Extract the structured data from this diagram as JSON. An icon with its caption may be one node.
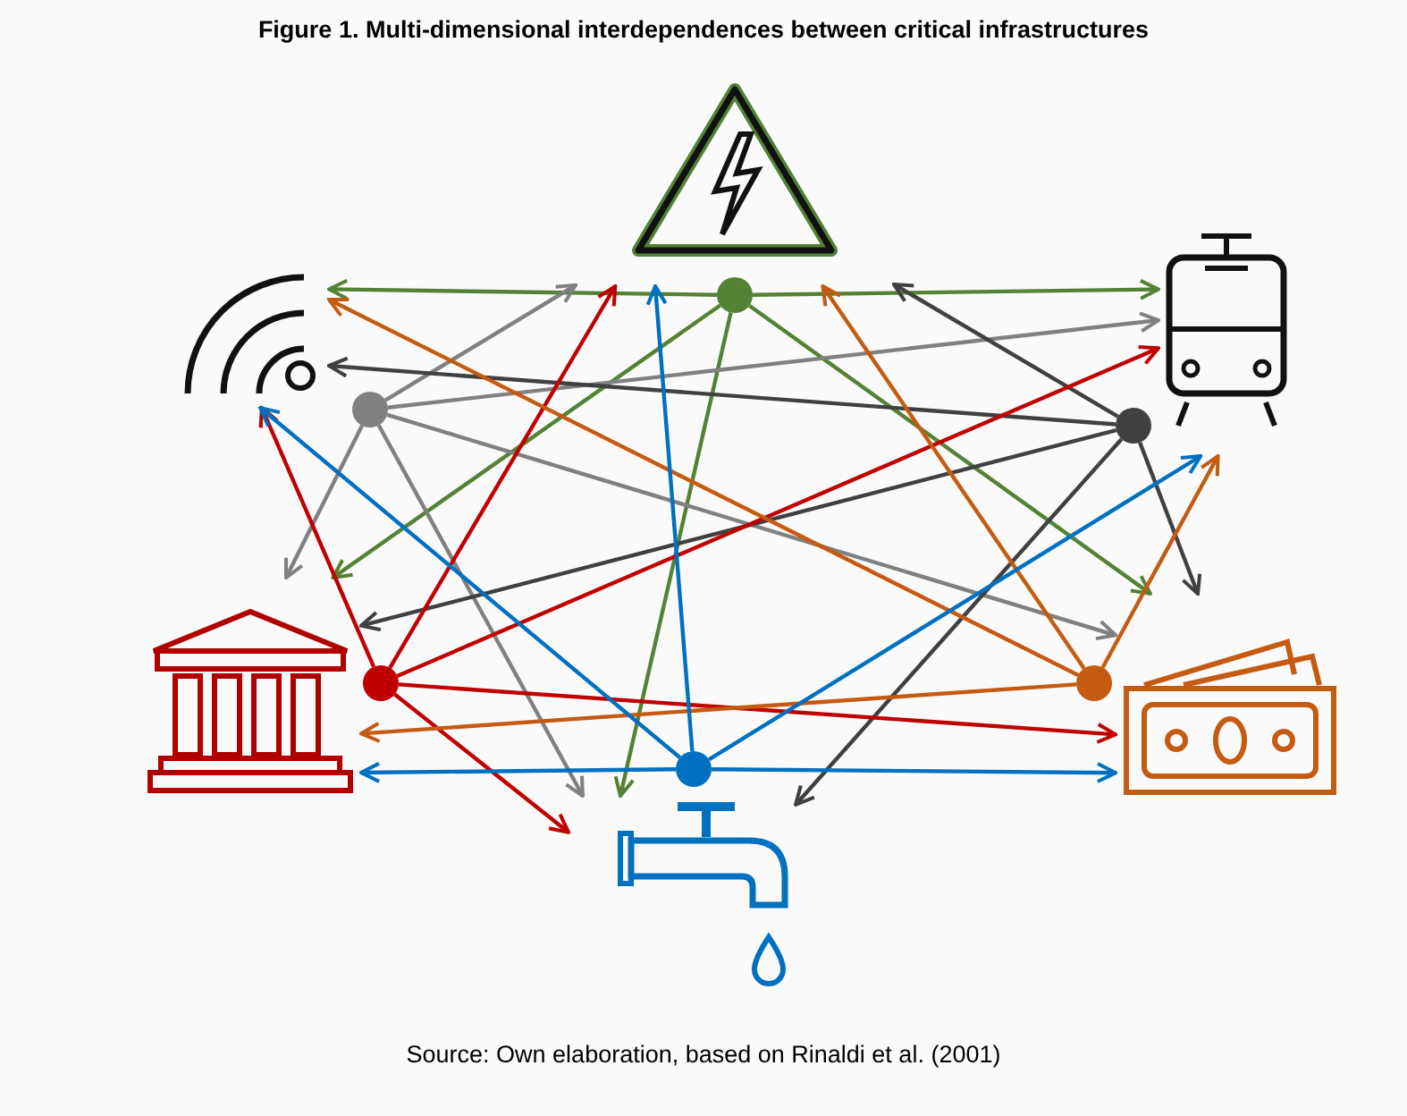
{
  "diagram": {
    "title": "Figure 1. Multi-dimensional interdependences between critical infrastructures",
    "caption": "Source: Own elaboration, based on Rinaldi et al. (2001)",
    "nodes": [
      {
        "text": [],
        "shape": "picture"
      },
      {
        "text": [],
        "shape": "picture"
      },
      {
        "text": [],
        "shape": "picture"
      },
      {
        "text": [],
        "shape": "picture"
      },
      {
        "text": [],
        "shape": "picture"
      },
      {
        "text": [],
        "shape": "picture"
      },
      {
        "text": [],
        "shape": "circle"
      },
      {
        "text": [],
        "shape": "circle"
      },
      {
        "text": [],
        "shape": "circle"
      },
      {
        "text": [],
        "shape": "circle"
      },
      {
        "text": [],
        "shape": "circle"
      },
      {
        "text": [],
        "shape": "circle"
      }
    ],
    "edges": [
      {
        "from": 6,
        "to": 1,
        "arrow": "to",
        "color": "#548235"
      },
      {
        "from": 6,
        "to": 2,
        "arrow": "to",
        "color": "#548235"
      },
      {
        "from": 6,
        "to": 3,
        "arrow": "to",
        "color": "#548235"
      },
      {
        "from": 6,
        "to": 5,
        "arrow": "to",
        "color": "#548235"
      },
      {
        "from": 6,
        "to": 4,
        "arrow": "to",
        "color": "#548235"
      },
      {
        "from": 7,
        "to": 0,
        "arrow": "to",
        "color": "#808080"
      },
      {
        "from": 7,
        "to": 2,
        "arrow": "to",
        "color": "#808080"
      },
      {
        "from": 7,
        "to": 3,
        "arrow": "to",
        "color": "#808080"
      },
      {
        "from": 7,
        "to": 5,
        "arrow": "to",
        "color": "#808080"
      },
      {
        "from": 7,
        "to": 4,
        "arrow": "to",
        "color": "#808080"
      },
      {
        "from": 8,
        "to": 0,
        "arrow": "to",
        "color": "#404040"
      },
      {
        "from": 8,
        "to": 1,
        "arrow": "to",
        "color": "#404040"
      },
      {
        "from": 8,
        "to": 3,
        "arrow": "to",
        "color": "#404040"
      },
      {
        "from": 8,
        "to": 4,
        "arrow": "to",
        "color": "#404040"
      },
      {
        "from": 8,
        "to": 5,
        "arrow": "to",
        "color": "#404040"
      },
      {
        "from": 9,
        "to": 0,
        "arrow": "to",
        "color": "#c00000"
      },
      {
        "from": 9,
        "to": 1,
        "arrow": "to",
        "color": "#c00000"
      },
      {
        "from": 9,
        "to": 2,
        "arrow": "to",
        "color": "#c00000"
      },
      {
        "from": 9,
        "to": 4,
        "arrow": "to",
        "color": "#c00000"
      },
      {
        "from": 9,
        "to": 5,
        "arrow": "to",
        "color": "#c00000"
      },
      {
        "from": 10,
        "to": 0,
        "arrow": "to",
        "color": "#c55a11"
      },
      {
        "from": 10,
        "to": 1,
        "arrow": "to",
        "color": "#c55a11"
      },
      {
        "from": 10,
        "to": 2,
        "arrow": "to",
        "color": "#c55a11"
      },
      {
        "from": 10,
        "to": 3,
        "arrow": "to",
        "color": "#c55a11"
      },
      {
        "from": 11,
        "to": 0,
        "arrow": "to",
        "color": "#0070c0"
      },
      {
        "from": 11,
        "to": 1,
        "arrow": "to",
        "color": "#0070c0"
      },
      {
        "from": 11,
        "to": 2,
        "arrow": "to",
        "color": "#0070c0"
      },
      {
        "from": 11,
        "to": 3,
        "arrow": "to",
        "color": "#0070c0"
      },
      {
        "from": 11,
        "to": 4,
        "arrow": "to",
        "color": "#0070c0"
      }
    ]
  }
}
